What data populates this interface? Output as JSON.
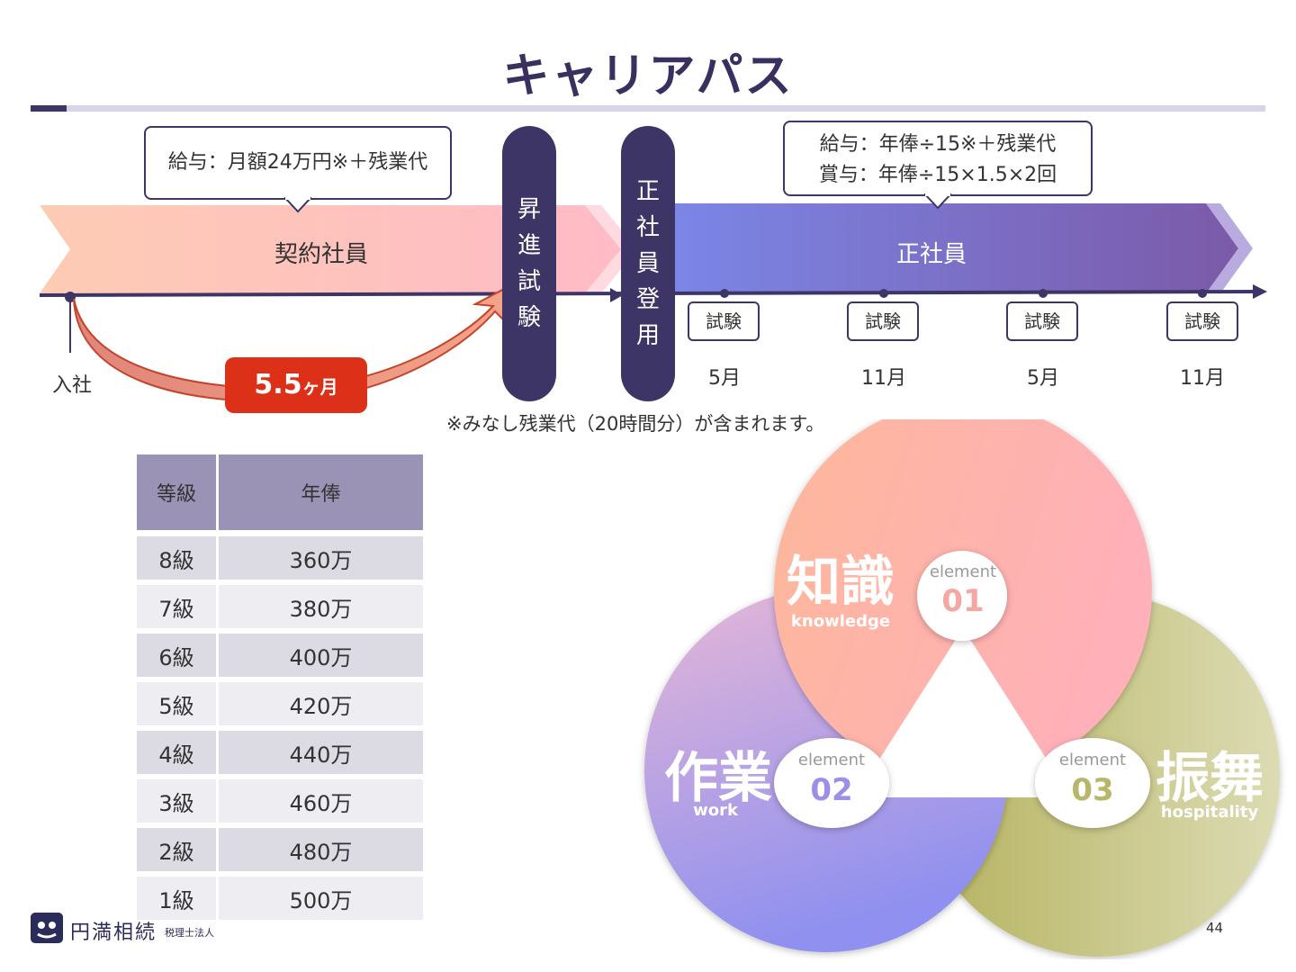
{
  "title": "キャリアパス",
  "contract": {
    "label": "契約社員",
    "salary": "給与：月額24万円※＋残業代",
    "join_label": "入社",
    "duration_big": "5.5",
    "duration_unit": "ヶ月"
  },
  "promotion_exam": [
    "昇",
    "進",
    "試",
    "験"
  ],
  "regular_hire": [
    "正",
    "社",
    "員",
    "登",
    "用"
  ],
  "regular": {
    "label": "正社員",
    "salary_line1": "給与：年俸÷15※＋残業代",
    "salary_line2": "賞与：年俸÷15×1.5×2回"
  },
  "exams": [
    {
      "label": "試験",
      "month": "5月"
    },
    {
      "label": "試験",
      "month": "11月"
    },
    {
      "label": "試験",
      "month": "5月"
    },
    {
      "label": "試験",
      "month": "11月"
    }
  ],
  "note": "※みなし残業代（20時間分）が含まれます。",
  "grade_table": {
    "headers": [
      "等級",
      "年俸"
    ],
    "rows": [
      [
        "8級",
        "360万"
      ],
      [
        "7級",
        "380万"
      ],
      [
        "6級",
        "400万"
      ],
      [
        "5級",
        "420万"
      ],
      [
        "4級",
        "440万"
      ],
      [
        "3級",
        "460万"
      ],
      [
        "2級",
        "480万"
      ],
      [
        "1級",
        "500万"
      ]
    ]
  },
  "elements": [
    {
      "kanji": "知識",
      "english": "knowledge",
      "prefix": "element",
      "number": "01",
      "color": "#f4a7a3"
    },
    {
      "kanji": "作業",
      "english": "work",
      "prefix": "element",
      "number": "02",
      "color": "#9c8fe8"
    },
    {
      "kanji": "振舞",
      "english": "hospitality",
      "prefix": "element",
      "number": "03",
      "color": "#b7b66a"
    }
  ],
  "footer": {
    "logo_text": "円満相続",
    "logo_sub": "税理士法人",
    "page": "44"
  },
  "colors": {
    "navy": "#3d3566",
    "accent_red": "#dd3018",
    "contract_band": "#fcc1b4",
    "regular_band": "#7d6ae0"
  }
}
